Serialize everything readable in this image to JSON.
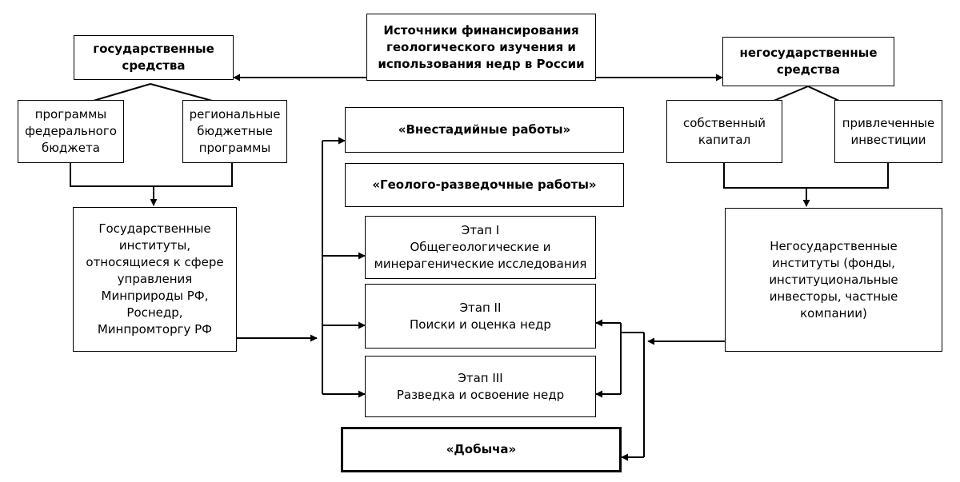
{
  "nodes": {
    "root": "Источники финансирования\nгеологического изучения и\nиспользования недр в России",
    "state_funds": "государственные\nсредства",
    "nonstate_funds": "негосударственные\nсредства",
    "federal_programs": "программы\nфедерального\nбюджета",
    "regional_programs": "региональные\nбюджетные\nпрограммы",
    "state_institutes": "Государственные\nинституты,\nотносящиеся к сфере\nуправления\nМинприроды РФ,\nРоснедр,\nМинпромторгу РФ",
    "own_capital": "собственный\nкапитал",
    "attracted_investments": "привлеченные\nинвестиции",
    "nonstate_institutes": "Негосударственные\nинституты (фонды,\nинституциональные\nинвесторы, частные\nкомпании)",
    "extra_stage_works": "«Внестадийные работы»",
    "geo_exploration_works": "«Геолого-разведочные работы»",
    "stage1": "Этап I\nОбщегеологические и\nминерагенические исследования",
    "stage2": "Этап II\nПоиски и оценка недр",
    "stage3": "Этап III\nРазведка и освоение недр",
    "production": "«Добыча»"
  }
}
